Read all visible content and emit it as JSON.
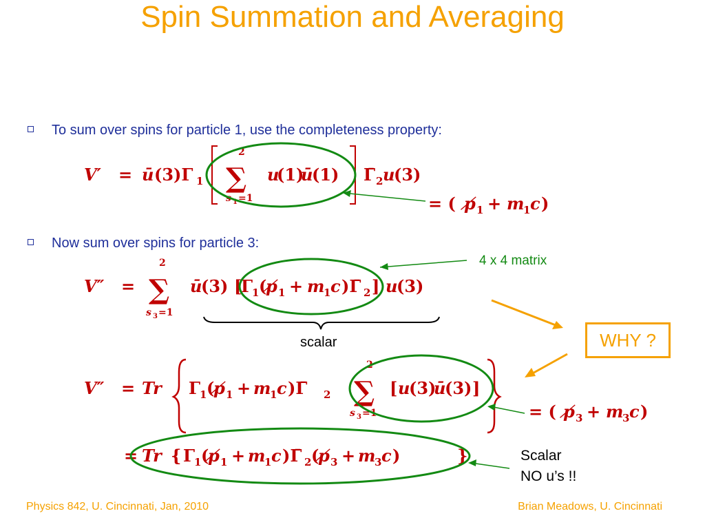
{
  "slide": {
    "title": "Spin Summation and Averaging",
    "bullets": [
      "To sum over spins for particle 1, use the completeness property:",
      "Now sum over spins for particle 3:"
    ],
    "annotations": {
      "matrix_note": "4 x 4 matrix",
      "scalar_brace_label": "scalar",
      "why_label": "WHY ?",
      "scalar_note_line1": "Scalar",
      "scalar_note_line2": "NO u’s !!"
    },
    "footer": {
      "left": "Physics 842, U. Cincinnati, Jan, 2010",
      "right": "Brian Meadows, U. Cincinnati"
    },
    "colors": {
      "title": "#f5a100",
      "bullet_text": "#1f2f9a",
      "math": "#c00000",
      "highlight_ellipse": "#138a13",
      "why_box": "#f5a100"
    }
  }
}
